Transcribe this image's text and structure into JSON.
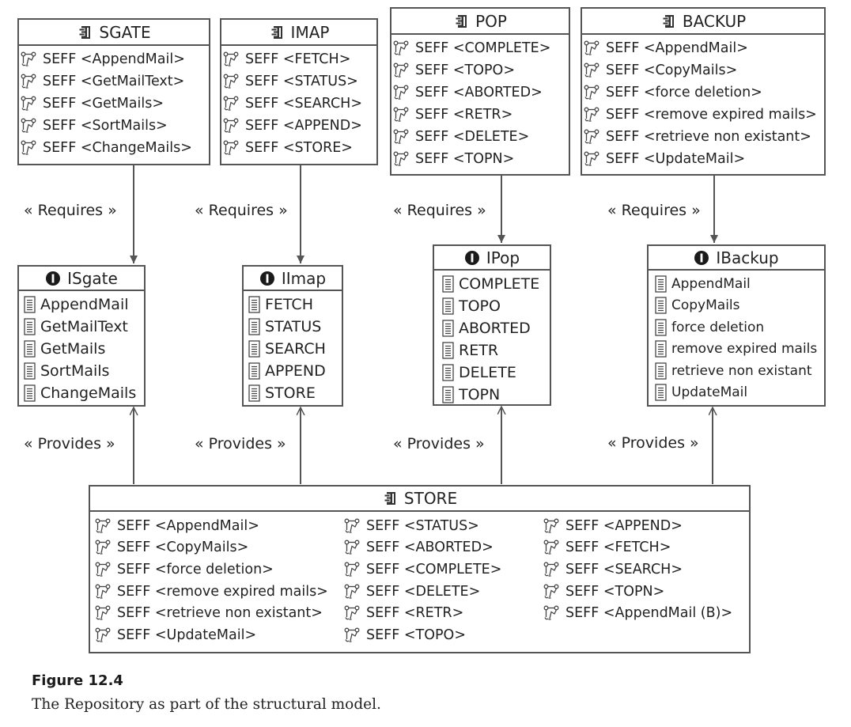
{
  "components": {
    "sgate": {
      "name": "SGATE",
      "seffs": [
        "SEFF <AppendMail>",
        "SEFF <GetMailText>",
        "SEFF <GetMails>",
        "SEFF <SortMails>",
        "SEFF <ChangeMails>"
      ]
    },
    "imap": {
      "name": "IMAP",
      "seffs": [
        "SEFF <FETCH>",
        "SEFF <STATUS>",
        "SEFF <SEARCH>",
        "SEFF <APPEND>",
        "SEFF <STORE>"
      ]
    },
    "pop": {
      "name": "POP",
      "seffs": [
        "SEFF <COMPLETE>",
        "SEFF <TOPO>",
        "SEFF <ABORTED>",
        "SEFF <RETR>",
        "SEFF <DELETE>",
        "SEFF <TOPN>"
      ]
    },
    "backup": {
      "name": "BACKUP",
      "seffs": [
        "SEFF <AppendMail>",
        "SEFF <CopyMails>",
        "SEFF <force deletion>",
        "SEFF <remove expired mails>",
        "SEFF <retrieve non existant>",
        "SEFF <UpdateMail>"
      ]
    },
    "store": {
      "name": "STORE",
      "col1": [
        "SEFF <AppendMail>",
        "SEFF <CopyMails>",
        "SEFF <force deletion>",
        "SEFF <remove expired mails>",
        "SEFF <retrieve non existant>",
        "SEFF <UpdateMail>"
      ],
      "col2": [
        "SEFF <STATUS>",
        "SEFF <ABORTED>",
        "SEFF <COMPLETE>",
        "SEFF <DELETE>",
        "SEFF <RETR>",
        "SEFF <TOPO>"
      ],
      "col3": [
        "SEFF <APPEND>",
        "SEFF <FETCH>",
        "SEFF <SEARCH>",
        "SEFF <TOPN>",
        "SEFF <AppendMail (B)>"
      ]
    }
  },
  "interfaces": {
    "isgate": {
      "name": "ISgate",
      "ops": [
        "AppendMail",
        "GetMailText",
        "GetMails",
        "SortMails",
        "ChangeMails"
      ]
    },
    "iimap": {
      "name": "IImap",
      "ops": [
        "FETCH",
        "STATUS",
        "SEARCH",
        "APPEND",
        "STORE"
      ]
    },
    "ipop": {
      "name": "IPop",
      "ops": [
        "COMPLETE",
        "TOPO",
        "ABORTED",
        "RETR",
        "DELETE",
        "TOPN"
      ]
    },
    "ibackup": {
      "name": "IBackup",
      "ops": [
        "AppendMail",
        "CopyMails",
        "force deletion",
        "remove expired mails",
        "retrieve non existant",
        "UpdateMail"
      ]
    }
  },
  "labels": {
    "requires": "« Requires »",
    "provides": "« Provides »"
  },
  "caption": {
    "title": "Figure 12.4",
    "text": "The Repository as part of the structural model."
  },
  "icons": {
    "component": "component-icon",
    "seff": "seff-icon",
    "interface": "interface-icon",
    "operation": "operation-icon"
  }
}
